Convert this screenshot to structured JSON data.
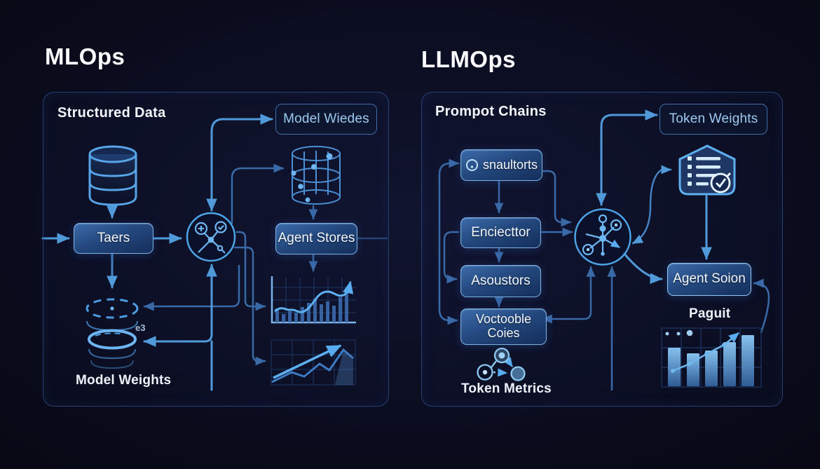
{
  "titles": {
    "left": "MLOps",
    "right": "LLMOps"
  },
  "left_panel": {
    "heading": "Structured Data",
    "model_wiedes_box": "Model Wiedes",
    "taers_box": "Taers",
    "agent_stores_box": "Agent Stores",
    "model_weights_label": "Model Weights",
    "coin_stack_badge": "e3",
    "icons": [
      "database-icon",
      "merge-hub-icon",
      "wire-cylinder-icon",
      "bar-curve-chart-icon",
      "growth-chart-icon",
      "coin-stack-icon"
    ]
  },
  "right_panel": {
    "heading": "Prompot Chains",
    "token_weights_box": "Token Weights",
    "snaultorts_box": "snaultorts",
    "enciecttor_box": "Enciecttor",
    "asoustors_box": "Asoustors",
    "voctooble_box": "Voctooble Coies",
    "agent_soion_box": "Agent Soion",
    "paguit_label": "Paguit",
    "token_metrics_label": "Token Metrics",
    "icons": [
      "loop-icon",
      "network-hub-icon",
      "checklist-shield-icon",
      "molecule-icon",
      "rising-bars-chart-icon"
    ]
  },
  "colors": {
    "background": "#0b0d20",
    "panel_border": "#2a3f74",
    "wire_bright": "#58abee",
    "wire_mid": "#3a6daa",
    "wire_dim": "#26497e",
    "box_border": "#7fb0e2",
    "outline_box_text": "#9ccaf1",
    "text_primary": "#eef2f9"
  }
}
